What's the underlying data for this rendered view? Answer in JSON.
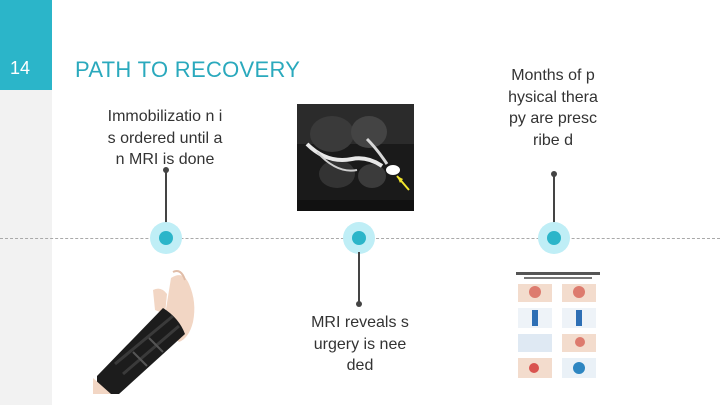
{
  "slide": {
    "number": "14",
    "title": "PATH TO RECOVERY"
  },
  "steps": [
    {
      "label": "Immobilizatio n is ordered until an MRI is done"
    },
    {
      "label": "MRI reveals surgery is needed"
    },
    {
      "label": "Months of physical therapy are prescribe d"
    }
  ],
  "images": {
    "mri": {
      "description_icon": "mri-scan"
    },
    "brace": {
      "description_icon": "wrist-brace"
    },
    "therapy_chart": {
      "description_icon": "exercise-chart"
    }
  },
  "colors": {
    "accent": "#2bb5c9",
    "halo": "#bfeef6",
    "title": "#2aa9bd"
  }
}
